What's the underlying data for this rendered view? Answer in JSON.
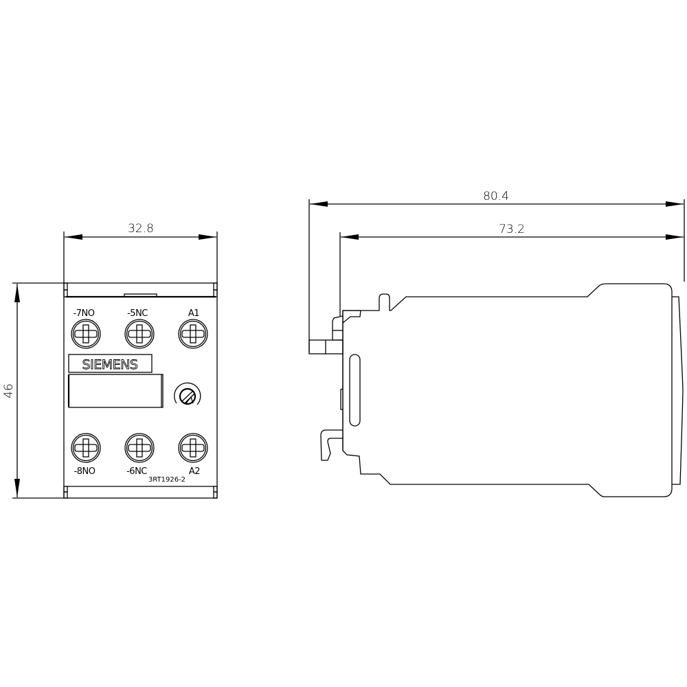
{
  "drawing": {
    "front_view": {
      "width_dimension": "32.8",
      "height_dimension": "46",
      "brand_label": "SIEMENS",
      "part_number": "3RT1926-2",
      "top_terminals": [
        {
          "label": "-7NO"
        },
        {
          "label": "-5NC"
        },
        {
          "label": "A1"
        }
      ],
      "bottom_terminals": [
        {
          "label": "-8NO"
        },
        {
          "label": "-6NC"
        },
        {
          "label": "A2"
        }
      ]
    },
    "side_view": {
      "overall_length_dimension": "80.4",
      "body_length_dimension": "73.2"
    }
  },
  "colors": {
    "line": "#000000",
    "background": "#ffffff"
  }
}
